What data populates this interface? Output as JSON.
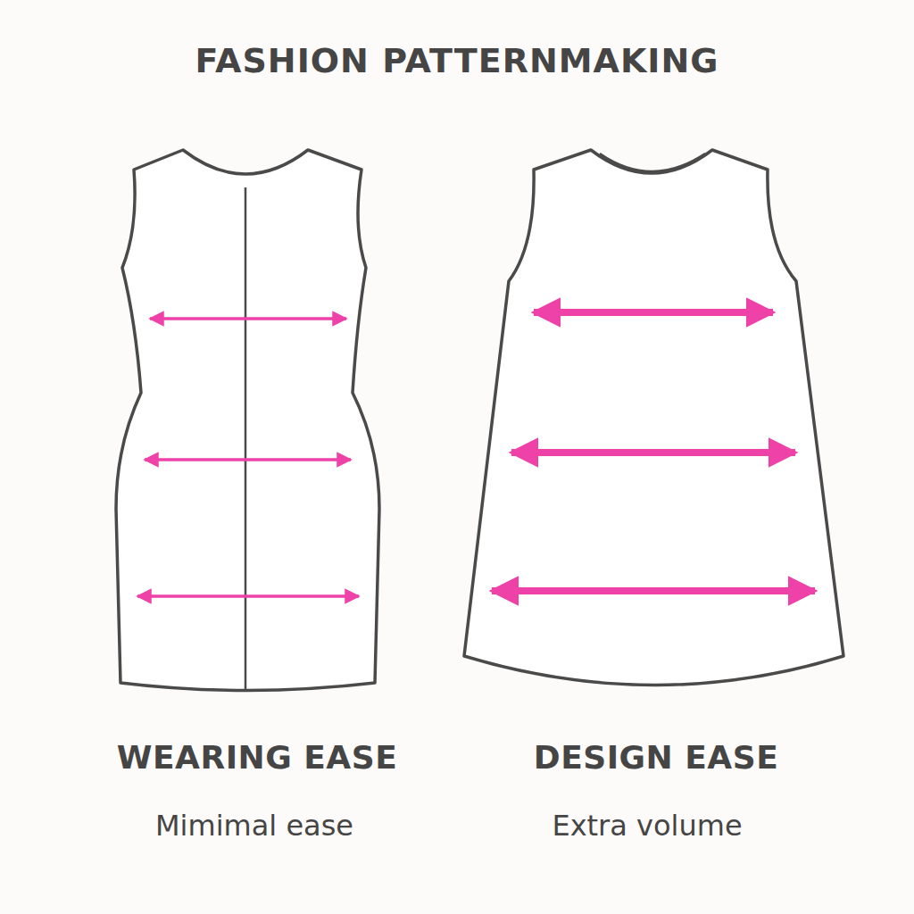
{
  "diagram": {
    "title": "FASHION PATTERNMAKING",
    "labels": [
      "WEARING EASE",
      "Mimimal ease",
      "DESIGN EASE",
      "Extra volume"
    ]
  }
}
